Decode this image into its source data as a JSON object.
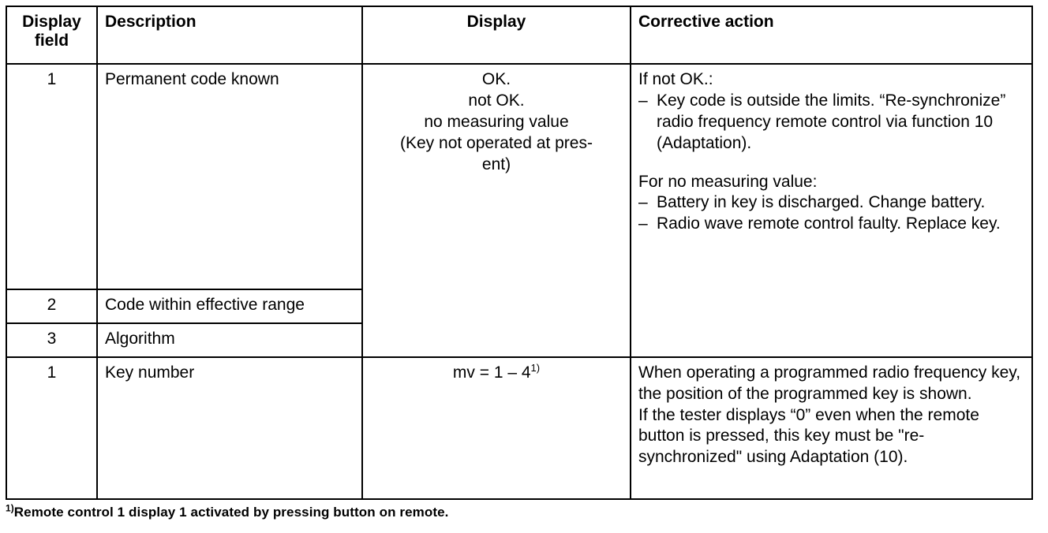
{
  "table": {
    "headers": {
      "display_field": "Display\nfield",
      "display_field_line1": "Display",
      "display_field_line2": "field",
      "description": "Description",
      "display": "Display",
      "corrective_action": "Corrective action"
    },
    "rows": [
      {
        "field": "1",
        "description": "Permanent code known",
        "display_lines": [
          "OK.",
          "not OK.",
          "no measuring value",
          "(Key not operated at pres-",
          "ent)"
        ],
        "corrective": {
          "heading_1": "If not OK.:",
          "bullets_1": [
            "Key code is outside the limits. “Re-synchronize” radio frequency remote control via function 10 (Adaptation)."
          ],
          "heading_2": "For no measuring value:",
          "bullets_2": [
            "Battery in key is discharged.  Change battery.",
            "Radio wave remote control faulty.  Replace key."
          ],
          "dash": "–"
        }
      },
      {
        "field": "2",
        "description": "Code within effective range"
      },
      {
        "field": "3",
        "description": "Algorithm"
      },
      {
        "field": "1",
        "description": "Key number",
        "display_expression": "mv = 1 – 4",
        "display_expression_sup": "1)",
        "corrective": {
          "paragraph_1": "When operating a programmed radio frequency key, the position of the programmed key is shown.",
          "paragraph_2": "If the tester displays “0” even when the remote button is pressed, this key must be \"re-synchronized\" using Adaptation (10)."
        }
      }
    ]
  },
  "footnote": {
    "marker": "1)",
    "text": "Remote control 1 display 1 activated by pressing button on remote."
  },
  "colors": {
    "ink": "#000000",
    "paper": "#ffffff"
  }
}
